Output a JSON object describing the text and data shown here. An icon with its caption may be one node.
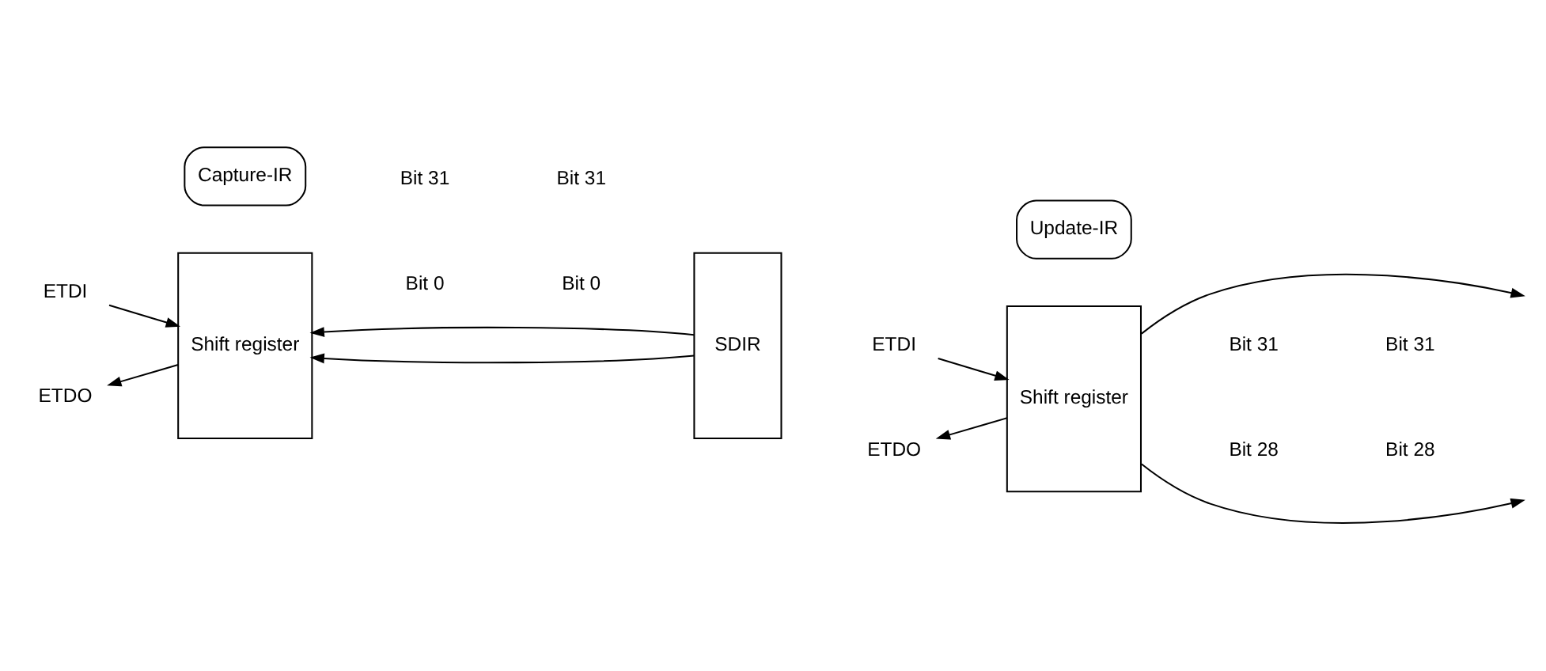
{
  "diagram": {
    "nodes": [
      {
        "text": [
          "ETDI"
        ]
      },
      {
        "text": [
          "Shift register"
        ]
      },
      {
        "text": [
          "SDIR"
        ]
      },
      {
        "text": [
          "ETDO"
        ]
      },
      {
        "text": [
          "Capture-IR"
        ]
      },
      {
        "text": [
          "ETDI"
        ]
      },
      {
        "text": [
          "Shift register"
        ]
      },
      {
        "text": [
          "ETDO"
        ]
      },
      {
        "text": [
          "Update-IR"
        ]
      }
    ],
    "edges": [
      {
        "from": 0,
        "to": 1,
        "arrow": "to"
      },
      {
        "from": 2,
        "to": 1,
        "arrow": "to"
      },
      {
        "from": 2,
        "to": 1,
        "arrow": "to"
      },
      {
        "from": 1,
        "to": 3,
        "arrow": "to"
      },
      {
        "from": 5,
        "to": 6,
        "arrow": "to"
      },
      {
        "from": 6,
        "to": null,
        "arrow": "to"
      },
      {
        "from": 6,
        "to": null,
        "arrow": "to"
      },
      {
        "from": 6,
        "to": 7,
        "arrow": "to"
      }
    ],
    "labels": [
      "Bit 31",
      "Bit 31",
      "Bit 0",
      "Bit 0",
      "Bit 31",
      "Bit 31",
      "Bit 28",
      "Bit 28"
    ]
  }
}
